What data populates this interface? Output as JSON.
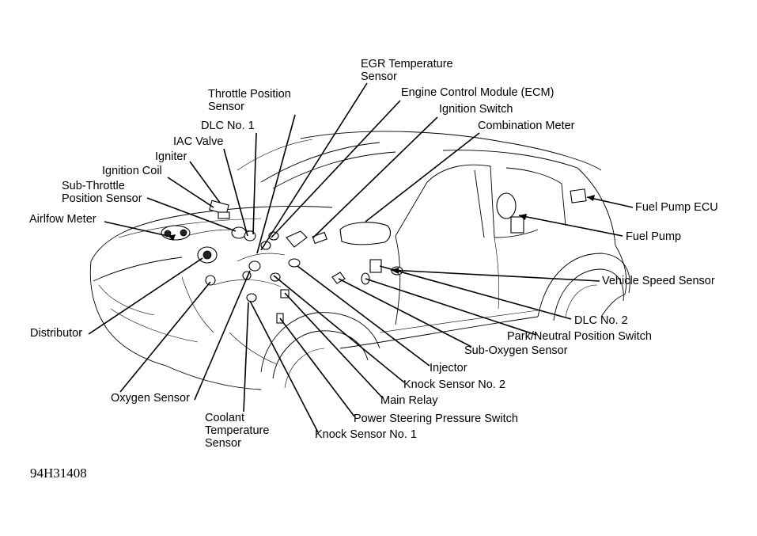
{
  "figure_id": "94H31408",
  "labels": {
    "egr_temperature_sensor": [
      "EGR Temperature",
      "Sensor"
    ],
    "throttle_position_sensor": [
      "Throttle Position",
      "Sensor"
    ],
    "engine_control_module": "Engine Control Module (ECM)",
    "ignition_switch": "Ignition Switch",
    "combination_meter": "Combination Meter",
    "dlc_no_1": "DLC No. 1",
    "iac_valve": "IAC Valve",
    "igniter": "Igniter",
    "ignition_coil": "Ignition Coil",
    "sub_throttle_position_sensor": [
      "Sub-Throttle",
      "Position Sensor"
    ],
    "airflow_meter": "Airlfow Meter",
    "fuel_pump_ecu": "Fuel Pump ECU",
    "fuel_pump": "Fuel Pump",
    "vehicle_speed_sensor": "Vehicle Speed Sensor",
    "dlc_no_2": "DLC No. 2",
    "park_neutral_position_switch": "Park/Neutral Position Switch",
    "sub_oxygen_sensor": "Sub-Oxygen Sensor",
    "injector": "Injector",
    "knock_sensor_no_2": "Knock Sensor No. 2",
    "main_relay": "Main Relay",
    "power_steering_pressure_switch": "Power Steering Pressure Switch",
    "knock_sensor_no_1": "Knock Sensor No. 1",
    "coolant_temperature_sensor": [
      "Coolant",
      "Temperature",
      "Sensor"
    ],
    "oxygen_sensor": "Oxygen Sensor",
    "distributor": "Distributor"
  }
}
